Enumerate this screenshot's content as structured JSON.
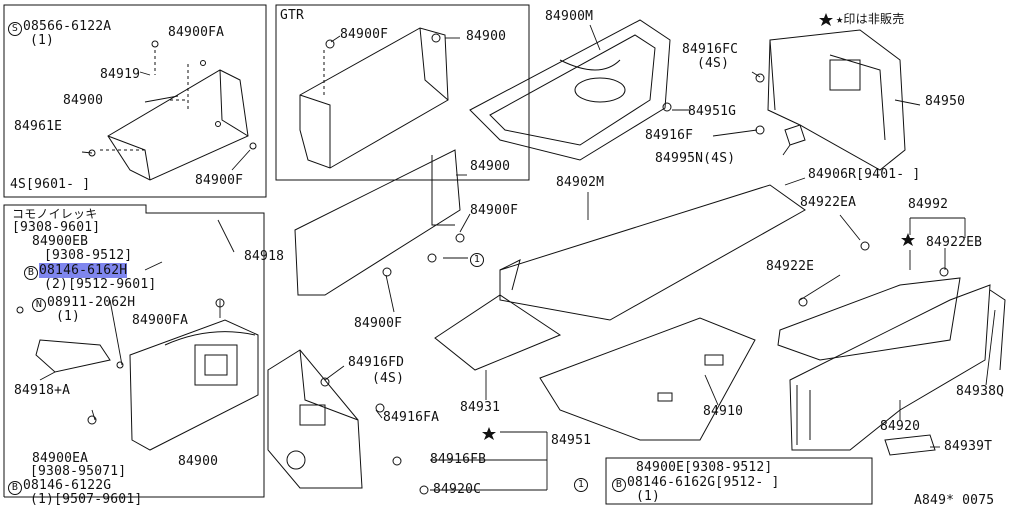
{
  "labels": {
    "top_left_box": {
      "bolt_code": "08566-6122A",
      "bolt_qty": "(1)",
      "p_84900fa": "84900FA",
      "p_84919": "84919",
      "p_84900": "84900",
      "p_84961e": "84961E",
      "p_84900f": "84900F",
      "range": "4S[9601-    ]"
    },
    "gtr_box": {
      "title": "GTR",
      "p_84900f": "84900F",
      "p_84900": "84900"
    },
    "bottom_left_box": {
      "header_jp": "コモノイレッキ",
      "header_range": "[9308-9601]",
      "p_84900eb": "84900EB",
      "eb_range": "[9308-9512]",
      "b_code": "08146-6162H",
      "b_qty": "(2)[9512-9601]",
      "n_code": "08911-2062H",
      "n_qty": "(1)",
      "p_84900fa": "84900FA",
      "p_84918a": "84918+A",
      "p_84900ea": "84900EA",
      "ea_range": "[9308-95071]",
      "b2_code": "08146-6122G",
      "b2_qty": "(1)[9507-9601]",
      "p_84900": "84900"
    },
    "center": {
      "p_84900m": "84900M",
      "p_84900": "84900",
      "p_84900f_a": "84900F",
      "p_84918": "84918",
      "p_84900f_b": "84900F",
      "p_84902m": "84902M",
      "p_84906r": "84906R[9401-     ]",
      "p_84916fd": "84916FD",
      "fd_qty": "(4S)",
      "p_84916fa": "84916FA",
      "p_84931": "84931",
      "p_84910": "84910",
      "p_84951": "84951",
      "p_84916fb": "84916FB",
      "p_84920c": "84920C"
    },
    "right": {
      "legend": "★印は非販売",
      "p_84916fc": "84916FC",
      "fc_qty": "(4S)",
      "p_84950": "84950",
      "p_84951g": "84951G",
      "p_84916f": "84916F",
      "p_84995n": "84995N(4S)",
      "p_84922ea": "84922EA",
      "p_84992": "84992",
      "p_84922eb": "84922EB",
      "p_84922e": "84922E",
      "p_84938q": "84938Q",
      "p_84920": "84920",
      "p_84939t": "84939T"
    },
    "note_box": {
      "circle": "1",
      "line1": "84900E[9308-9512]",
      "line2": "08146-6162G[9512-    ]",
      "line3": "(1)"
    },
    "symbols": {
      "circle_one": "1",
      "b_mark": "B",
      "s_mark": "S",
      "n_mark": "N"
    },
    "footer_code": "A849* 0075"
  }
}
